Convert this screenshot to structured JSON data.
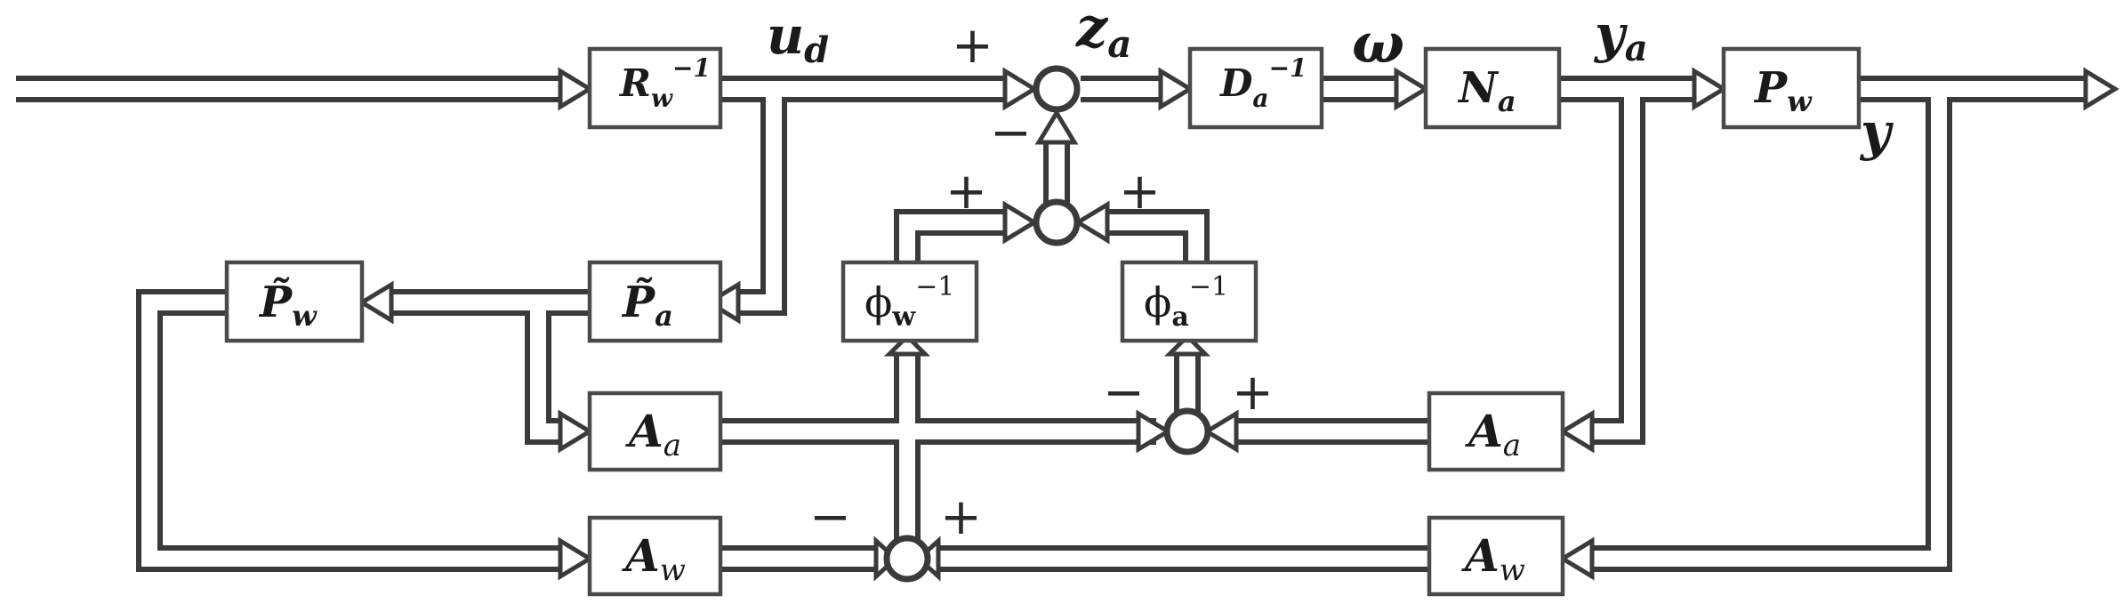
{
  "blocks": {
    "rw_inv": "R",
    "rw_inv_sub": "w",
    "rw_inv_sup": "−1",
    "da_inv": "D",
    "da_inv_sub": "a",
    "da_inv_sup": "−1",
    "na": "N",
    "na_sub": "a",
    "pw": "P",
    "pw_sub": "w",
    "pw_tilde": "P̃",
    "pw_tilde_sub": "w",
    "pa_tilde": "P̃",
    "pa_tilde_sub": "a",
    "phi_w": "ϕ",
    "phi_w_sub": "w",
    "phi_w_sup": "−1",
    "phi_a": "ϕ",
    "phi_a_sub": "a",
    "phi_a_sup": "−1",
    "aa_left": "A",
    "aa_left_sub": "a",
    "aa_right": "A",
    "aa_right_sub": "a",
    "aw_left": "A",
    "aw_left_sub": "w",
    "aw_right": "A",
    "aw_right_sub": "w"
  },
  "signals": {
    "ud": "u",
    "ud_sub": "d",
    "za": "z",
    "za_sub": "a",
    "omega": "ω",
    "ya": "y",
    "ya_sub": "a",
    "y": "y"
  },
  "signs": {
    "top_plus": "+",
    "top_minus": "−",
    "mid_left_plus": "+",
    "mid_right_plus": "+",
    "right_sum_minus": "−",
    "right_sum_plus": "+",
    "bottom_minus": "−",
    "bottom_plus": "+"
  }
}
